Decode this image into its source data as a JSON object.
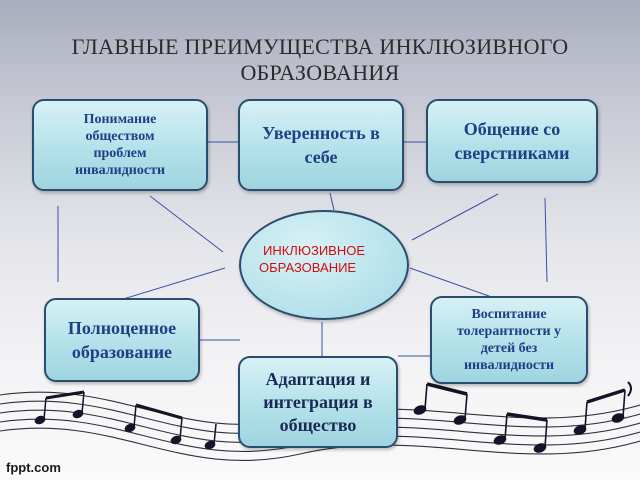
{
  "title": {
    "line1": "ГЛАВНЫЕ ПРЕИМУЩЕСТВА ИНКЛЮЗИВНОГО",
    "line2": "ОБРАЗОВАНИЯ"
  },
  "center": {
    "line1": "ИНКЛЮЗИВНОЕ",
    "line2": "ОБРАЗОВАНИЕ"
  },
  "boxes": {
    "understanding": [
      "Понимание",
      "обществом",
      "проблем",
      "инвалидности"
    ],
    "confidence": [
      "Уверенность в",
      "себе"
    ],
    "communication": [
      "Общение со",
      "сверстниками"
    ],
    "full_education": [
      "Полноценное",
      "образование"
    ],
    "adaptation": [
      "Адаптация и",
      "интеграция в",
      "общество"
    ],
    "tolerance": [
      "Воспитание",
      "толерантности у",
      "детей без",
      "инвалидности"
    ]
  },
  "footer": "fppt.com",
  "colors": {
    "box_text": "#1f3f86",
    "center_text": "#d20d0d",
    "box_fill": "#b3e1ea",
    "border": "#2a4d6e",
    "connector": "#3b4fa8"
  },
  "decoration": "music-notes-staff"
}
